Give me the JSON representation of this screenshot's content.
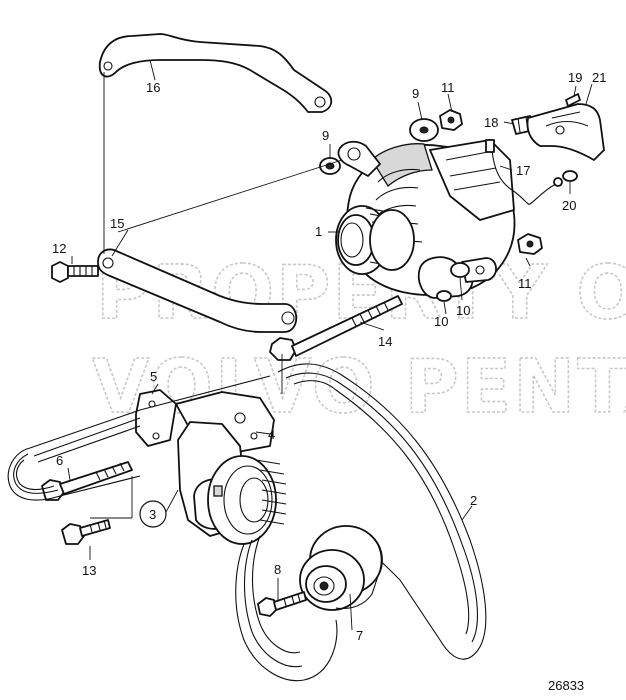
{
  "figure_id": "26833",
  "watermark": [
    "PROPERTY OF",
    "VOLVO PENTA"
  ],
  "callouts": {
    "c1": "1",
    "c2": "2",
    "c3": "3",
    "c4": "4",
    "c5": "5",
    "c6": "6",
    "c7": "7",
    "c8": "8",
    "c9a": "9",
    "c9b": "9",
    "c10a": "10",
    "c10b": "10",
    "c11a": "11",
    "c11b": "11",
    "c12": "12",
    "c13": "13",
    "c14": "14",
    "c15": "15",
    "c16": "16",
    "c17": "17",
    "c18": "18",
    "c19": "19",
    "c20": "20",
    "c21": "21"
  }
}
